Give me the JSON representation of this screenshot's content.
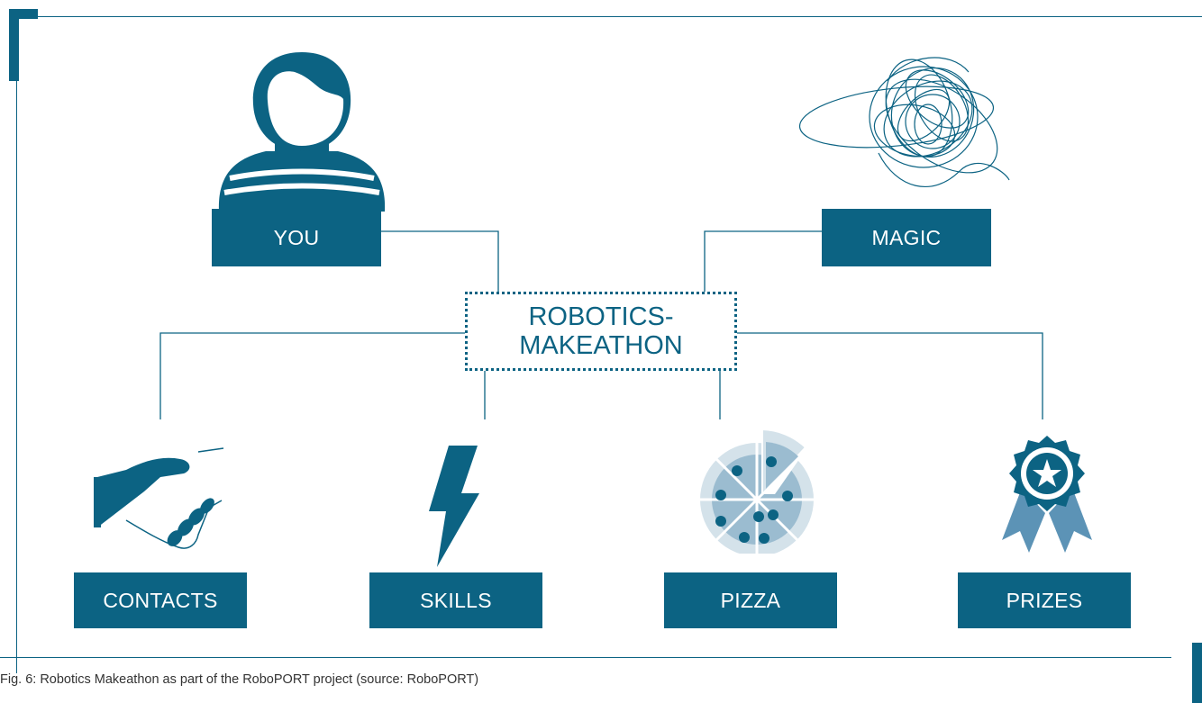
{
  "center": {
    "line1": "ROBOTICS-",
    "line2": "MAKEATHON"
  },
  "nodes": {
    "you": "YOU",
    "magic": "MAGIC",
    "contacts": "CONTACTS",
    "skills": "SKILLS",
    "pizza": "PIZZA",
    "prizes": "PRIZES"
  },
  "caption": "Fig. 6: Robotics Makeathon as part of the RoboPORT project (source: RoboPORT)",
  "colors": {
    "primary": "#0c6383",
    "light": "#d4e2ea",
    "mid": "#9bbcd0"
  },
  "icons": [
    "person-icon",
    "scribble-icon",
    "handshake-icon",
    "lightning-icon",
    "pizza-icon",
    "award-icon"
  ]
}
